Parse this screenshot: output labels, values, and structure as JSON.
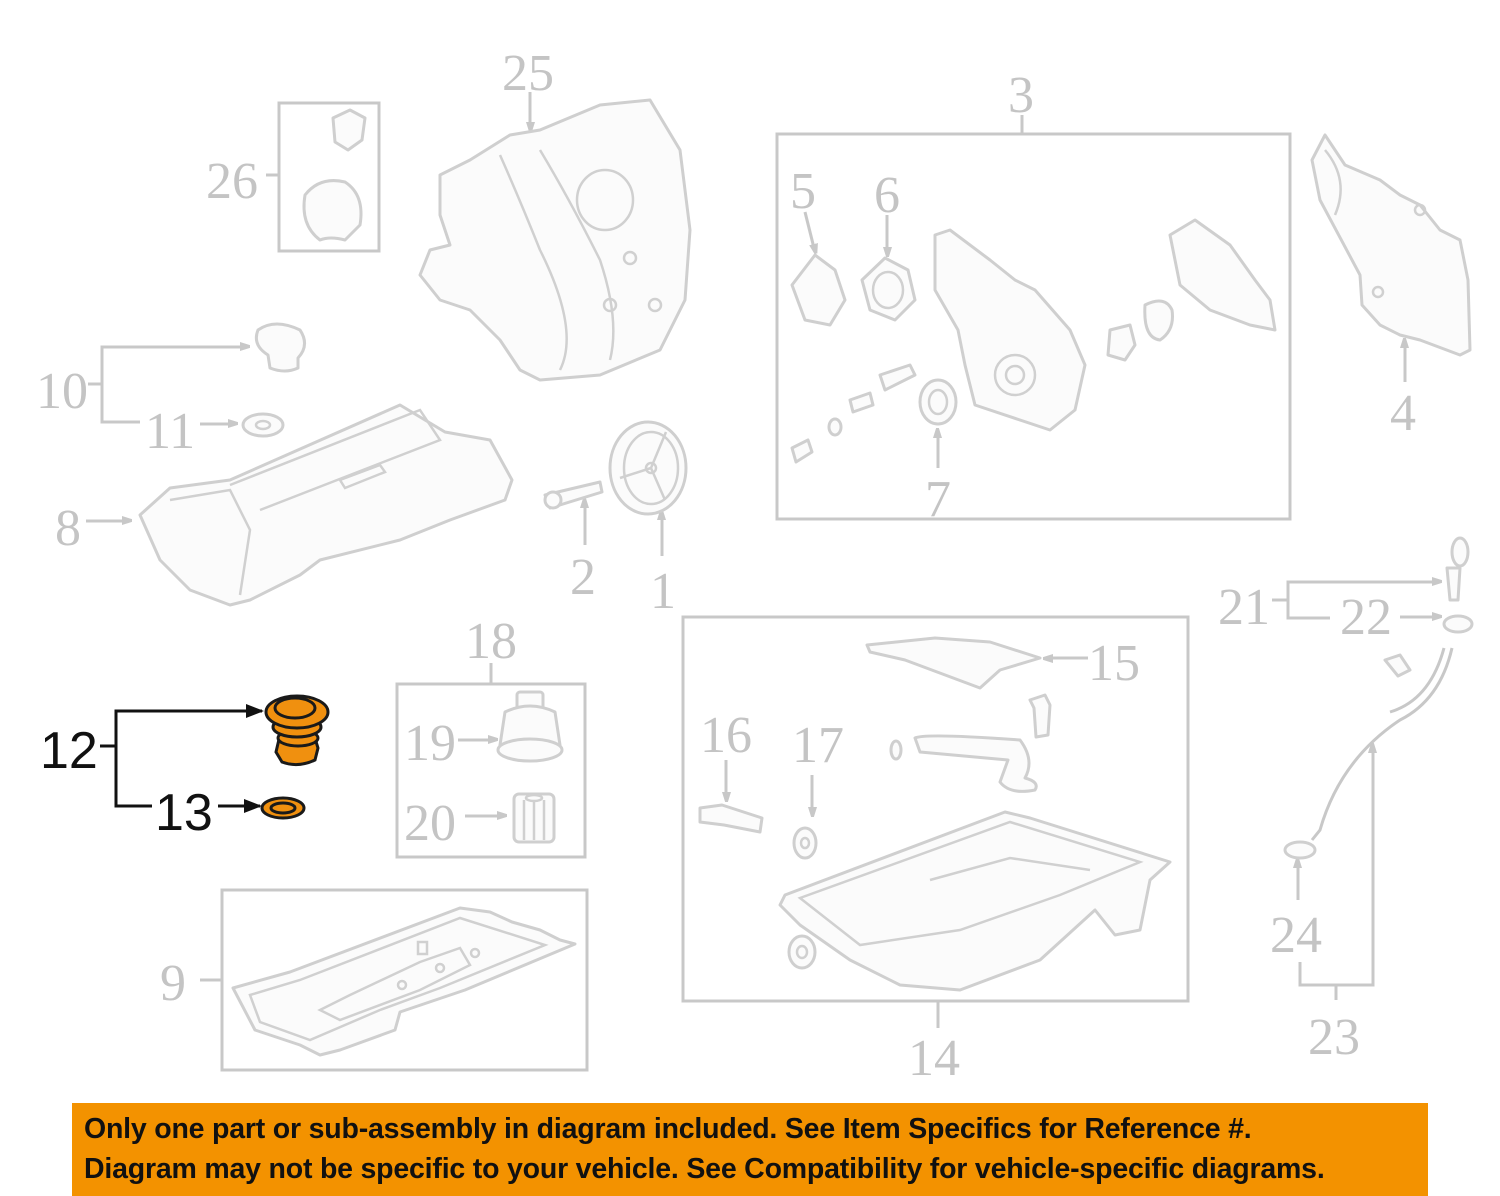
{
  "diagram": {
    "title": "Engine parts exploded diagram",
    "highlight_color": "#f39200",
    "line_color": "#c8c8c8",
    "callouts": [
      {
        "id": "1",
        "label": "1",
        "part": "crankshaft-balancer"
      },
      {
        "id": "2",
        "label": "2",
        "part": "balancer-bolt"
      },
      {
        "id": "3",
        "label": "3",
        "part": "front-cover-assembly"
      },
      {
        "id": "4",
        "label": "4",
        "part": "front-cover-gasket"
      },
      {
        "id": "5",
        "label": "5",
        "part": "cover-plate"
      },
      {
        "id": "6",
        "label": "6",
        "part": "plate-gasket"
      },
      {
        "id": "7",
        "label": "7",
        "part": "front-seal"
      },
      {
        "id": "8",
        "label": "8",
        "part": "valve-cover"
      },
      {
        "id": "9",
        "label": "9",
        "part": "valve-cover-gasket"
      },
      {
        "id": "10",
        "label": "10",
        "part": "oil-filler-cap"
      },
      {
        "id": "11",
        "label": "11",
        "part": "cap-seal"
      },
      {
        "id": "12",
        "label": "12",
        "part": "oil-filler-cap",
        "highlighted": true
      },
      {
        "id": "13",
        "label": "13",
        "part": "cap-gasket",
        "highlighted": true
      },
      {
        "id": "14",
        "label": "14",
        "part": "oil-pan-assembly"
      },
      {
        "id": "15",
        "label": "15",
        "part": "oil-baffle"
      },
      {
        "id": "16",
        "label": "16",
        "part": "pan-bolt"
      },
      {
        "id": "17",
        "label": "17",
        "part": "drain-plug-gasket"
      },
      {
        "id": "18",
        "label": "18",
        "part": "oil-filter-assembly"
      },
      {
        "id": "19",
        "label": "19",
        "part": "filter-cap"
      },
      {
        "id": "20",
        "label": "20",
        "part": "filter-element"
      },
      {
        "id": "21",
        "label": "21",
        "part": "dipstick"
      },
      {
        "id": "22",
        "label": "22",
        "part": "dipstick-seal"
      },
      {
        "id": "23",
        "label": "23",
        "part": "dipstick-tube"
      },
      {
        "id": "24",
        "label": "24",
        "part": "tube-seal"
      },
      {
        "id": "25",
        "label": "25",
        "part": "intake-manifold"
      },
      {
        "id": "26",
        "label": "26",
        "part": "manifold-gasket-set"
      }
    ]
  },
  "banner": {
    "line1": "Only one part or sub-assembly in diagram included. See Item Specifics for Reference #.",
    "line2": "Diagram may not be specific to your vehicle. See Compatibility for vehicle-specific diagrams.",
    "background": "#f39200"
  }
}
